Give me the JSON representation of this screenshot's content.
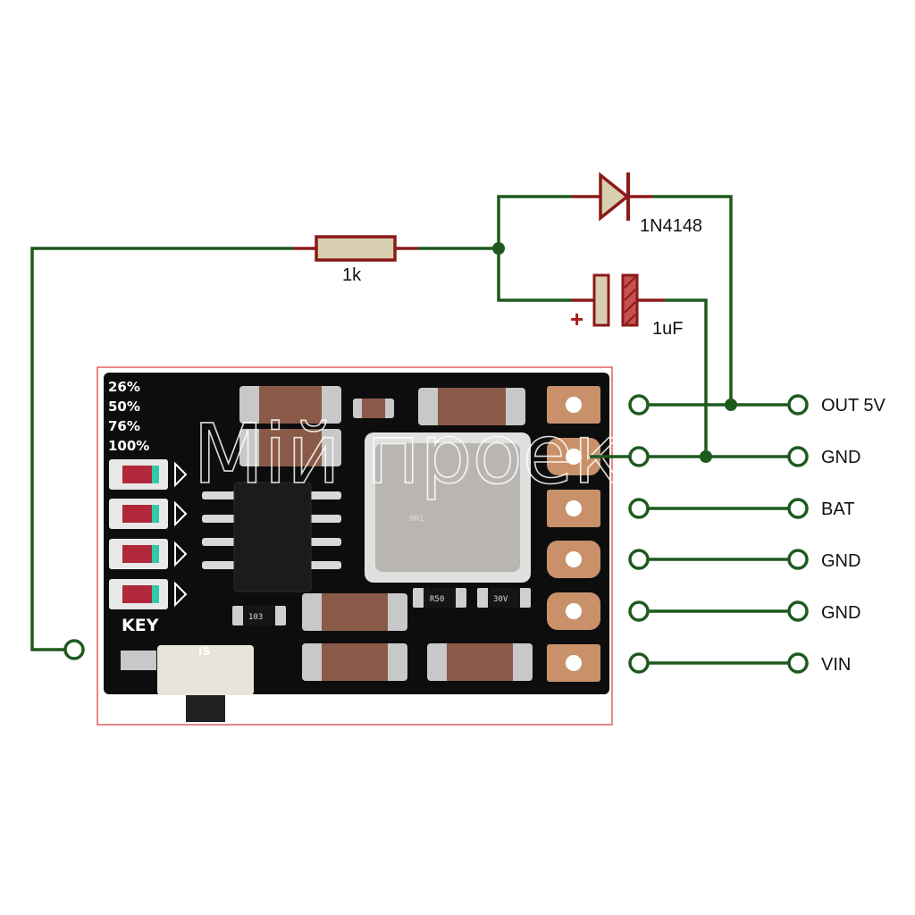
{
  "components": {
    "resistor": "1k",
    "diode": "1N4148",
    "capacitor": "1uF",
    "cap_polarity": "+"
  },
  "board": {
    "silk_levels": [
      "26%",
      "50%",
      "76%",
      "100%"
    ],
    "key_label": "KEY",
    "switch_label": "IS",
    "inductor_marking": "0R1",
    "resistor_marking": "R50",
    "diode_marking": "30V",
    "small_resistor_marking": "103",
    "watermark": "Мій проект"
  },
  "terminals": [
    {
      "id": "out5v",
      "label": "OUT 5V"
    },
    {
      "id": "gnd1",
      "label": "GND"
    },
    {
      "id": "bat",
      "label": "BAT"
    },
    {
      "id": "gnd2",
      "label": "GND"
    },
    {
      "id": "gnd3",
      "label": "GND"
    },
    {
      "id": "vin",
      "label": "VIN"
    }
  ],
  "colors": {
    "wire": "#1e5a1e",
    "component_outline": "#8b1a1a",
    "component_fill": "#d7cfb0",
    "pcb": "#0d0d0d",
    "pad": "#c8916a",
    "board_frame": "#e06060"
  }
}
